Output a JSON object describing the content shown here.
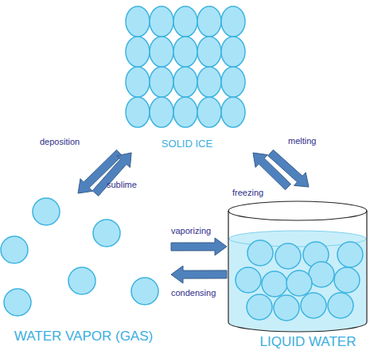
{
  "diagram": {
    "nodes": [
      {
        "text": [
          "SOLID ICE"
        ]
      },
      {
        "text": [
          "WATER VAPOR (GAS)"
        ]
      },
      {
        "text": [
          "LIQUID WATER"
        ]
      }
    ],
    "edges": [
      {
        "from": 0,
        "to": 1,
        "arrow": "to",
        "label": "deposition"
      },
      {
        "from": 1,
        "to": 0,
        "arrow": "to",
        "label": "sublime"
      },
      {
        "from": 2,
        "to": 0,
        "arrow": "to",
        "label": "freezing"
      },
      {
        "from": 0,
        "to": 2,
        "arrow": "to",
        "label": "melting"
      },
      {
        "from": 1,
        "to": 2,
        "arrow": "to",
        "label": "vaporizing"
      },
      {
        "from": 2,
        "to": 1,
        "arrow": "to",
        "label": "condensing"
      }
    ]
  }
}
